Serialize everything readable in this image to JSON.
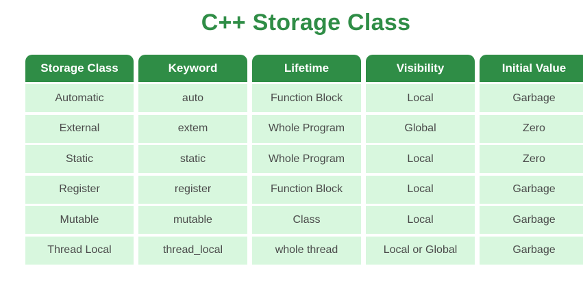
{
  "title": "C++ Storage Class",
  "colors": {
    "accent": "#2f8d46",
    "cell_background": "#d8f7de",
    "header_text": "#ffffff",
    "cell_text": "#4a4a4a"
  },
  "table": {
    "headers": [
      "Storage Class",
      "Keyword",
      "Lifetime",
      "Visibility",
      "Initial Value"
    ],
    "rows": [
      [
        "Automatic",
        "auto",
        "Function Block",
        "Local",
        "Garbage"
      ],
      [
        "External",
        "extem",
        "Whole Program",
        "Global",
        "Zero"
      ],
      [
        "Static",
        "static",
        "Whole Program",
        "Local",
        "Zero"
      ],
      [
        "Register",
        "register",
        "Function Block",
        "Local",
        "Garbage"
      ],
      [
        "Mutable",
        "mutable",
        "Class",
        "Local",
        "Garbage"
      ],
      [
        "Thread Local",
        "thread_local",
        "whole thread",
        "Local or Global",
        "Garbage"
      ]
    ]
  }
}
